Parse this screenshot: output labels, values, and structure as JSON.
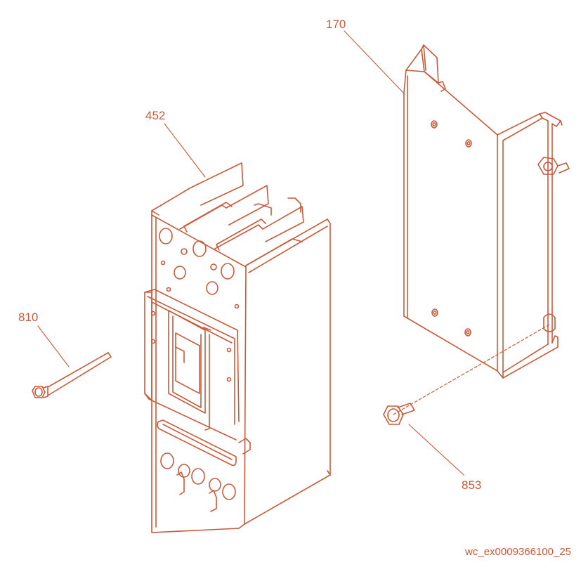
{
  "colors": {
    "line": "#c85a3a",
    "text": "#c85a3a",
    "background": "#ffffff"
  },
  "callouts": {
    "bracket": "170",
    "breaker": "452",
    "long_bolt": "810",
    "short_bolt": "853"
  },
  "figure_id": "wc_ex0009366100_25"
}
